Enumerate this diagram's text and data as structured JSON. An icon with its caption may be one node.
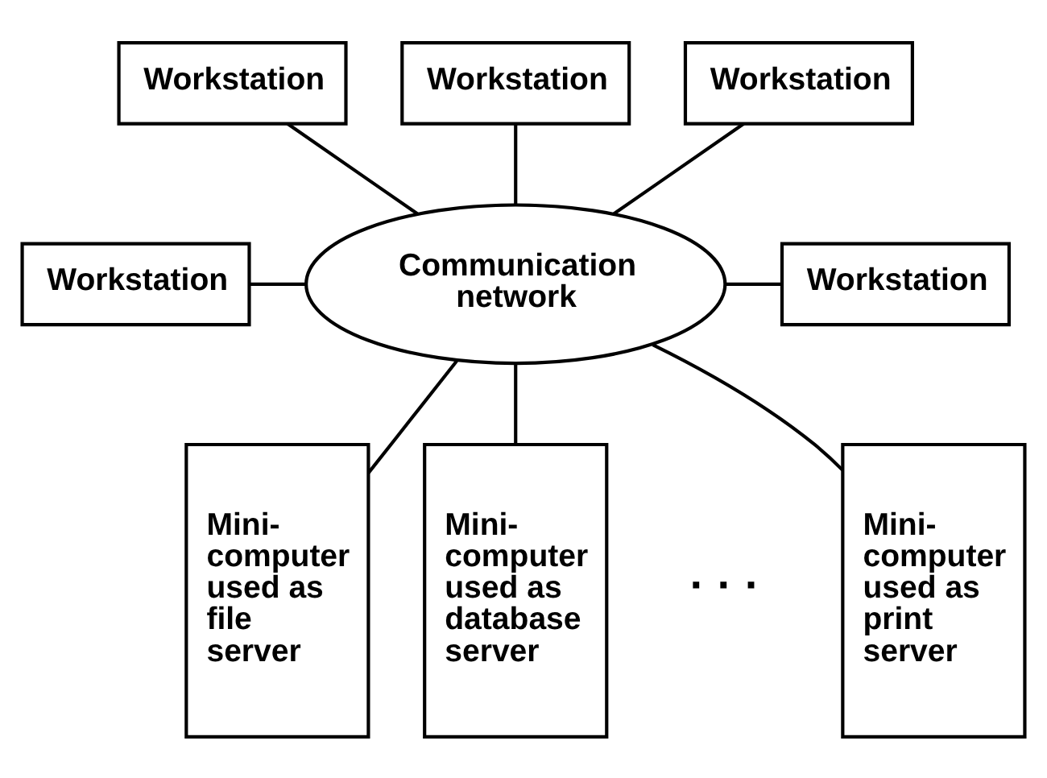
{
  "diagram": {
    "nodes": [
      {
        "text": [
          "Communication network"
        ]
      },
      {
        "text": [
          "Workstation"
        ]
      },
      {
        "text": [
          "Workstation"
        ]
      },
      {
        "text": [
          "Workstation"
        ]
      },
      {
        "text": [
          "Workstation"
        ]
      },
      {
        "text": [
          "Workstation"
        ]
      },
      {
        "text": [
          "Mini-computer used as file server"
        ]
      },
      {
        "text": [
          "Mini-computer used as database server"
        ]
      },
      {
        "text": [
          "Mini-computer used as print server"
        ]
      }
    ],
    "edges": [
      {
        "from": 1,
        "to": 0,
        "arrow": "none"
      },
      {
        "from": 2,
        "to": 0,
        "arrow": "none"
      },
      {
        "from": 3,
        "to": 0,
        "arrow": "none"
      },
      {
        "from": 4,
        "to": 0,
        "arrow": "none"
      },
      {
        "from": 0,
        "to": 5,
        "arrow": "none"
      },
      {
        "from": 0,
        "to": 6,
        "arrow": "none"
      },
      {
        "from": 0,
        "to": 7,
        "arrow": "none"
      },
      {
        "from": 0,
        "to": 8,
        "arrow": "none"
      }
    ],
    "labels": [
      "· · ·"
    ]
  }
}
